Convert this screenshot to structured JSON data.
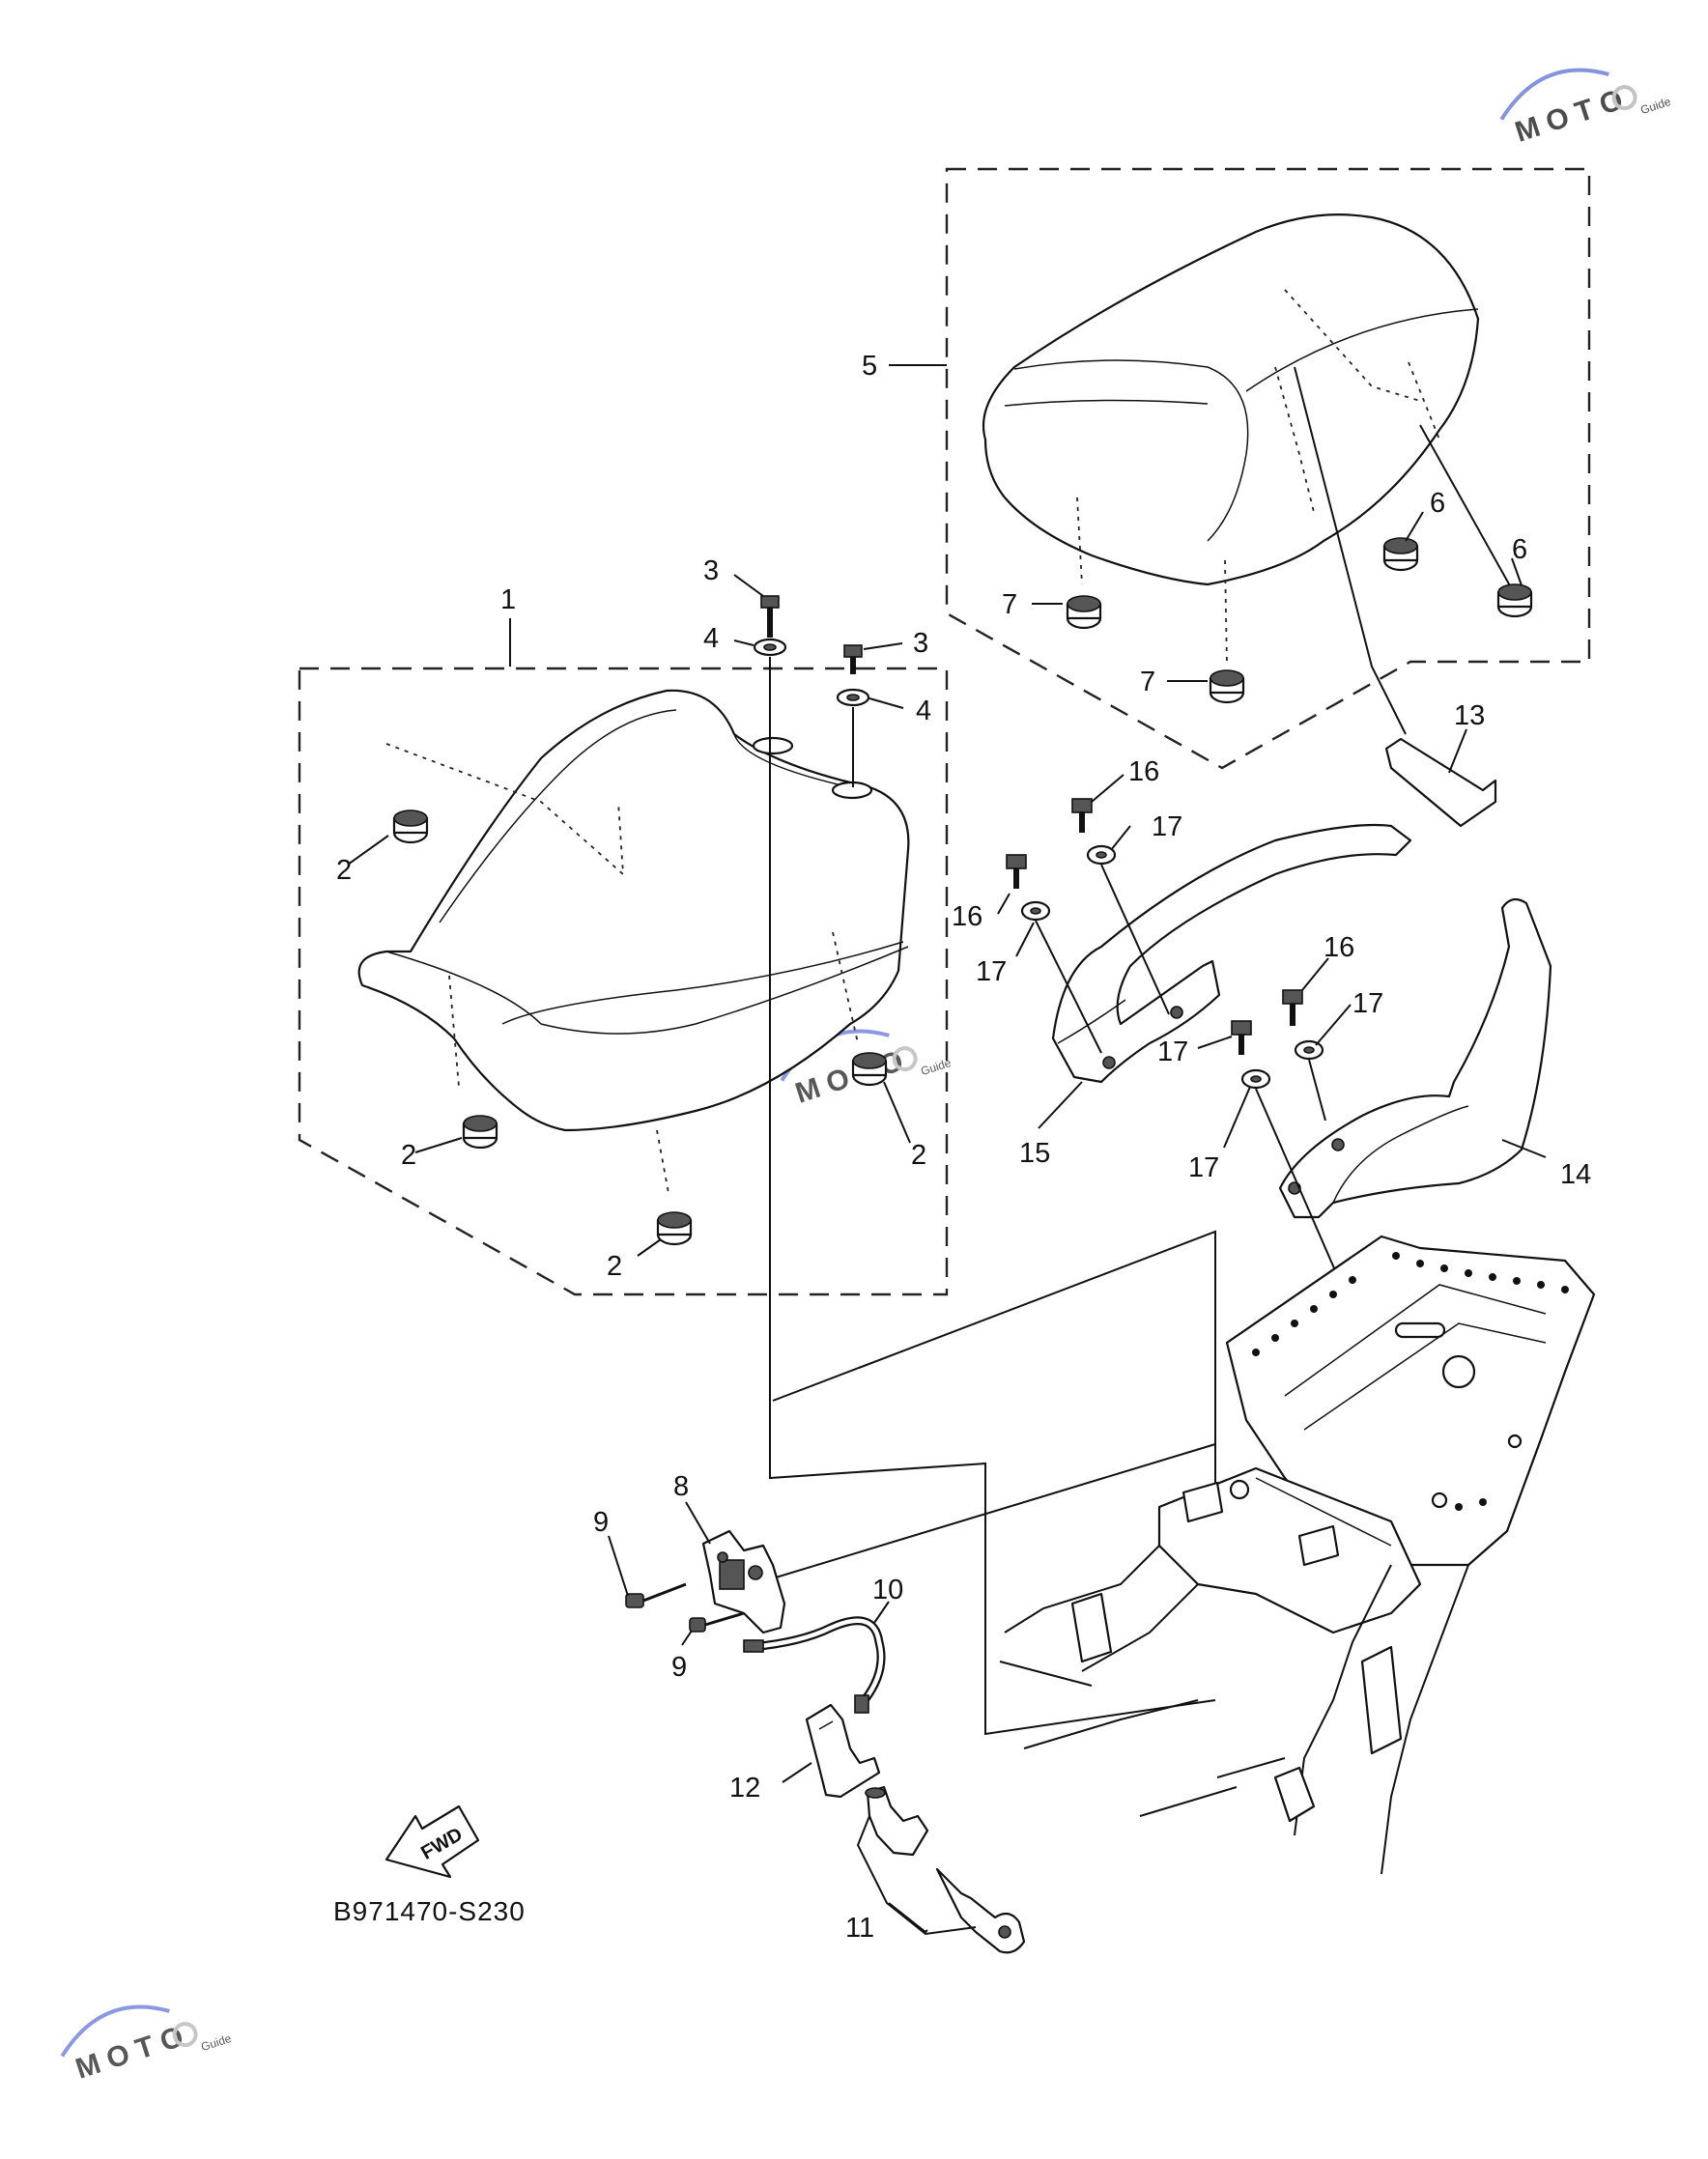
{
  "diagram": {
    "code": "B971470-S230",
    "fwd_label": "FWD",
    "callouts": [
      "1",
      "2",
      "2",
      "2",
      "2",
      "3",
      "3",
      "4",
      "4",
      "5",
      "6",
      "6",
      "7",
      "7",
      "8",
      "9",
      "9",
      "10",
      "11",
      "12",
      "13",
      "14",
      "15",
      "16",
      "16",
      "16",
      "17",
      "17",
      "17",
      "17"
    ]
  },
  "watermark": {
    "text_main": "MOTO",
    "text_small": "Guide",
    "colors": {
      "red": "#d93a3a",
      "blue": "#5a6fd6",
      "grey": "#b0b0b0"
    }
  }
}
